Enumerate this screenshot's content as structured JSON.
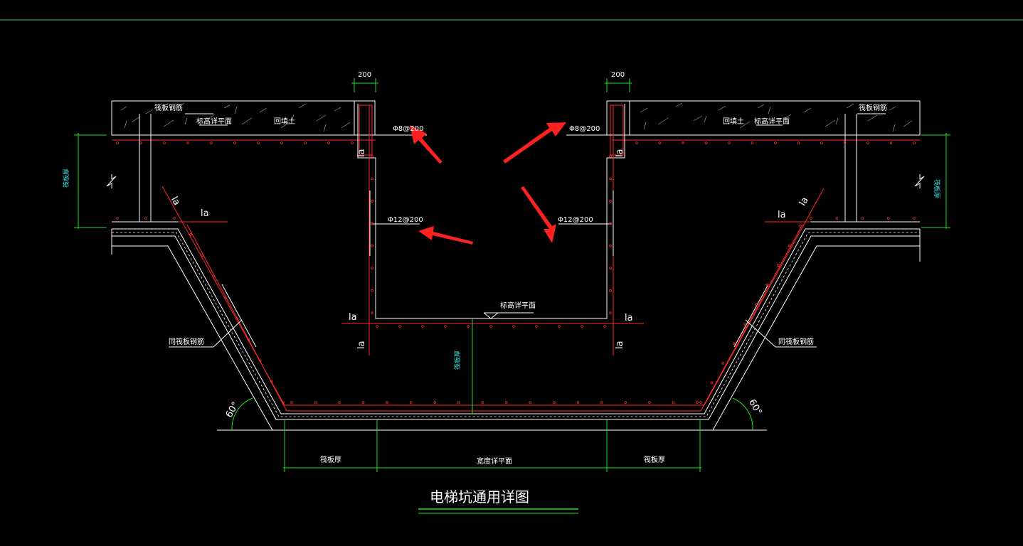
{
  "drawing": {
    "title": "电梯坑通用详图",
    "labels": {
      "dim_200_left": "200",
      "dim_200_right": "200",
      "slab_rebar_left": "筏板钢筋",
      "slab_rebar_right": "筏板钢筋",
      "elev_design_left": "标高详平面",
      "elev_design_right": "标高详平面",
      "backfill_left": "回填土",
      "backfill_right": "回填土",
      "rebar_top_left": "Φ8@200",
      "rebar_top_right": "Φ8@200",
      "rebar_mid_left": "Φ12@200",
      "rebar_mid_right": "Φ12@200",
      "la": "la",
      "same_rebar_left": "同筏板钢筋",
      "same_rebar_right": "同筏板钢筋",
      "pit_elev": "标高详平面",
      "thick_left_vert": "筏板厚",
      "thick_right_vert": "筏板厚",
      "thick_center_vert": "筏板厚",
      "bottom_thick_left": "筏板厚",
      "bottom_thick_right": "筏板厚",
      "bottom_width": "宽度详平面",
      "angle_left": "60°",
      "angle_right": "60°"
    },
    "colors": {
      "background": "#000000",
      "outline": "#ffffff",
      "rebar": "#ff2a2a",
      "dimension": "#19e619",
      "arrow": "#ff2020",
      "frame_line": "#1ec8a8"
    }
  }
}
